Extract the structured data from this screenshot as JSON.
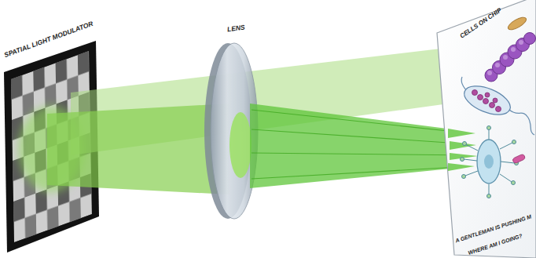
{
  "diagram": {
    "labels": [
      "SPATIAL LIGHT MODULATOR",
      "LENS",
      "CELLS ON CHIP",
      "A GENTLEMAN IS PUSHING M",
      "WHERE AM I GOING?"
    ]
  }
}
